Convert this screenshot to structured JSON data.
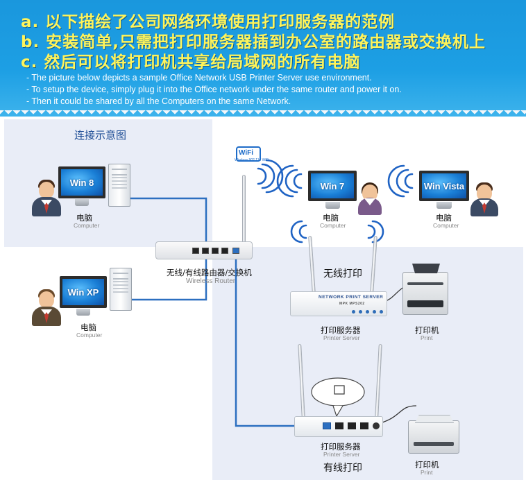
{
  "header": {
    "lines_cn": [
      "a. 以下描绘了公司网络环境使用打印服务器的范例",
      "b. 安装简单,只需把打印服务器插到办公室的路由器或交换机上",
      "c. 然后可以将打印机共享给局域网的所有电脑"
    ],
    "lines_en": [
      "- The picture below depicts a sample Office Network USB Printer Server use environment.",
      "- To setup the device, simply plug it into the Office network under the same router and power it on.",
      "- Then it could be shared by all the Computers on the same Network."
    ],
    "title_color": "#fff45a",
    "background_color": "#1d9fe4"
  },
  "diagram": {
    "section_title": "连接示意图",
    "computers": [
      {
        "os": "Win 8",
        "label_cn": "电脑",
        "label_en": "Computer"
      },
      {
        "os": "Win XP",
        "label_cn": "电脑",
        "label_en": "Computer"
      },
      {
        "os": "Win 7",
        "label_cn": "电脑",
        "label_en": "Computer"
      },
      {
        "os": "Win Vista",
        "label_cn": "电脑",
        "label_en": "Computer"
      }
    ],
    "router": {
      "label_cn": "无线/有线路由器/交换机",
      "label_en": "Wireless Router"
    },
    "wifi_logo": {
      "text": "WiFi",
      "sub": "Wireless 802.11n WiFi"
    },
    "wireless_print": {
      "title": "无线打印",
      "server_brand": "NETWORK PRINT SERVER",
      "server_model": "MPK MPS202",
      "server_label_cn": "打印服务器",
      "server_label_en": "Printer Server",
      "printer_label_cn": "打印机",
      "printer_label_en": "Print"
    },
    "wired_print": {
      "title": "有线打印",
      "server_label_cn": "打印服务器",
      "server_label_en": "Printer Server",
      "printer_label_cn": "打印机",
      "printer_label_en": "Print"
    },
    "cable_color": "#2c6fc0",
    "wifi_wave_color": "#1f63c4"
  }
}
